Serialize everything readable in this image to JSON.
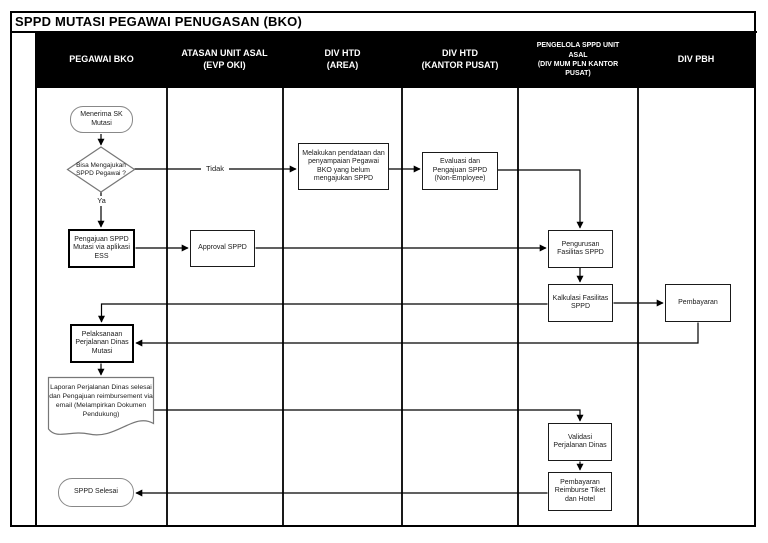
{
  "title": "SPPD MUTASI PEGAWAI PENUGASAN (BKO)",
  "colors": {
    "header_bg": "#000000",
    "header_text": "#ffffff",
    "page_bg": "#ffffff",
    "line": "#000000",
    "shape_fill": "#ffffff"
  },
  "lanes": [
    {
      "id": "pegawai-bko",
      "label": "PEGAWAI BKO"
    },
    {
      "id": "atasan-unit-asal",
      "label": "ATASAN UNIT ASAL\n(EVP OKI)"
    },
    {
      "id": "div-htd-area",
      "label": "DIV HTD\n(AREA)"
    },
    {
      "id": "div-htd-kantor-pusat",
      "label": "DIV HTD\n(KANTOR PUSAT)"
    },
    {
      "id": "pengelola-sppd-unit-asal",
      "label": "PENGELOLA SPPD UNIT\nASAL\n(DIV MUM PLN KANTOR\nPUSAT)"
    },
    {
      "id": "div-pbh",
      "label": "DIV PBH"
    }
  ],
  "nodes": {
    "start": {
      "label": "Menerima SK Mutasi",
      "shape": "terminator",
      "lane": "pegawai-bko"
    },
    "decision": {
      "label": "Bisa Mengajukan SPPD Pegawai ?",
      "shape": "decision",
      "lane": "pegawai-bko"
    },
    "pengajuan": {
      "label": "Pengajuan SPPD Mutasi via aplikasi ESS",
      "shape": "process",
      "lane": "pegawai-bko"
    },
    "approval": {
      "label": "Approval SPPD",
      "shape": "process",
      "lane": "atasan-unit-asal"
    },
    "pendataan": {
      "label": "Melakukan pendataan dan penyampaian Pegawai BKO yang belum mengajukan SPPD",
      "shape": "process",
      "lane": "div-htd-area"
    },
    "evaluasi": {
      "label": "Evaluasi dan Pengajuan SPPD (Non-Employee)",
      "shape": "process",
      "lane": "div-htd-kantor-pusat"
    },
    "pengurusan": {
      "label": "Pengurusan Fasilitas SPPD",
      "shape": "process",
      "lane": "pengelola-sppd-unit-asal"
    },
    "kalkulasi": {
      "label": "Kalkulasi Fasilitas SPPD",
      "shape": "process",
      "lane": "pengelola-sppd-unit-asal"
    },
    "pembayaran": {
      "label": "Pembayaran",
      "shape": "process",
      "lane": "div-pbh"
    },
    "pelaksanaan": {
      "label": "Pelaksanaan Perjalanan Dinas Mutasi",
      "shape": "process",
      "lane": "pegawai-bko"
    },
    "laporan": {
      "label": "Laporan Perjalanan Dinas selesai dan Pengajuan reimbursement via email (Melampirkan Dokumen Pendukung)",
      "shape": "document",
      "lane": "pegawai-bko"
    },
    "validasi": {
      "label": "Validasi Perjalanan Dinas",
      "shape": "process",
      "lane": "pengelola-sppd-unit-asal"
    },
    "reimburse": {
      "label": "Pembayaran Reimburse Tiket dan Hotel",
      "shape": "process",
      "lane": "pengelola-sppd-unit-asal"
    },
    "selesai": {
      "label": "SPPD Selesai",
      "shape": "terminator",
      "lane": "pegawai-bko"
    }
  },
  "decision_labels": {
    "yes": "Ya",
    "no": "Tidak"
  },
  "edges": [
    {
      "from": "start",
      "to": "decision",
      "label": ""
    },
    {
      "from": "decision",
      "to": "pengajuan",
      "label": "Ya"
    },
    {
      "from": "decision",
      "to": "pendataan",
      "label": "Tidak"
    },
    {
      "from": "pendataan",
      "to": "evaluasi",
      "label": ""
    },
    {
      "from": "evaluasi",
      "to": "pengurusan",
      "label": ""
    },
    {
      "from": "pengajuan",
      "to": "approval",
      "label": ""
    },
    {
      "from": "approval",
      "to": "pengurusan",
      "label": ""
    },
    {
      "from": "pengurusan",
      "to": "kalkulasi",
      "label": ""
    },
    {
      "from": "kalkulasi",
      "to": "pembayaran",
      "label": ""
    },
    {
      "from": "kalkulasi",
      "to": "pelaksanaan",
      "label": ""
    },
    {
      "from": "pembayaran",
      "to": "pelaksanaan",
      "label": ""
    },
    {
      "from": "pelaksanaan",
      "to": "laporan",
      "label": ""
    },
    {
      "from": "laporan",
      "to": "validasi",
      "label": ""
    },
    {
      "from": "validasi",
      "to": "reimburse",
      "label": ""
    },
    {
      "from": "reimburse",
      "to": "selesai",
      "label": ""
    }
  ]
}
